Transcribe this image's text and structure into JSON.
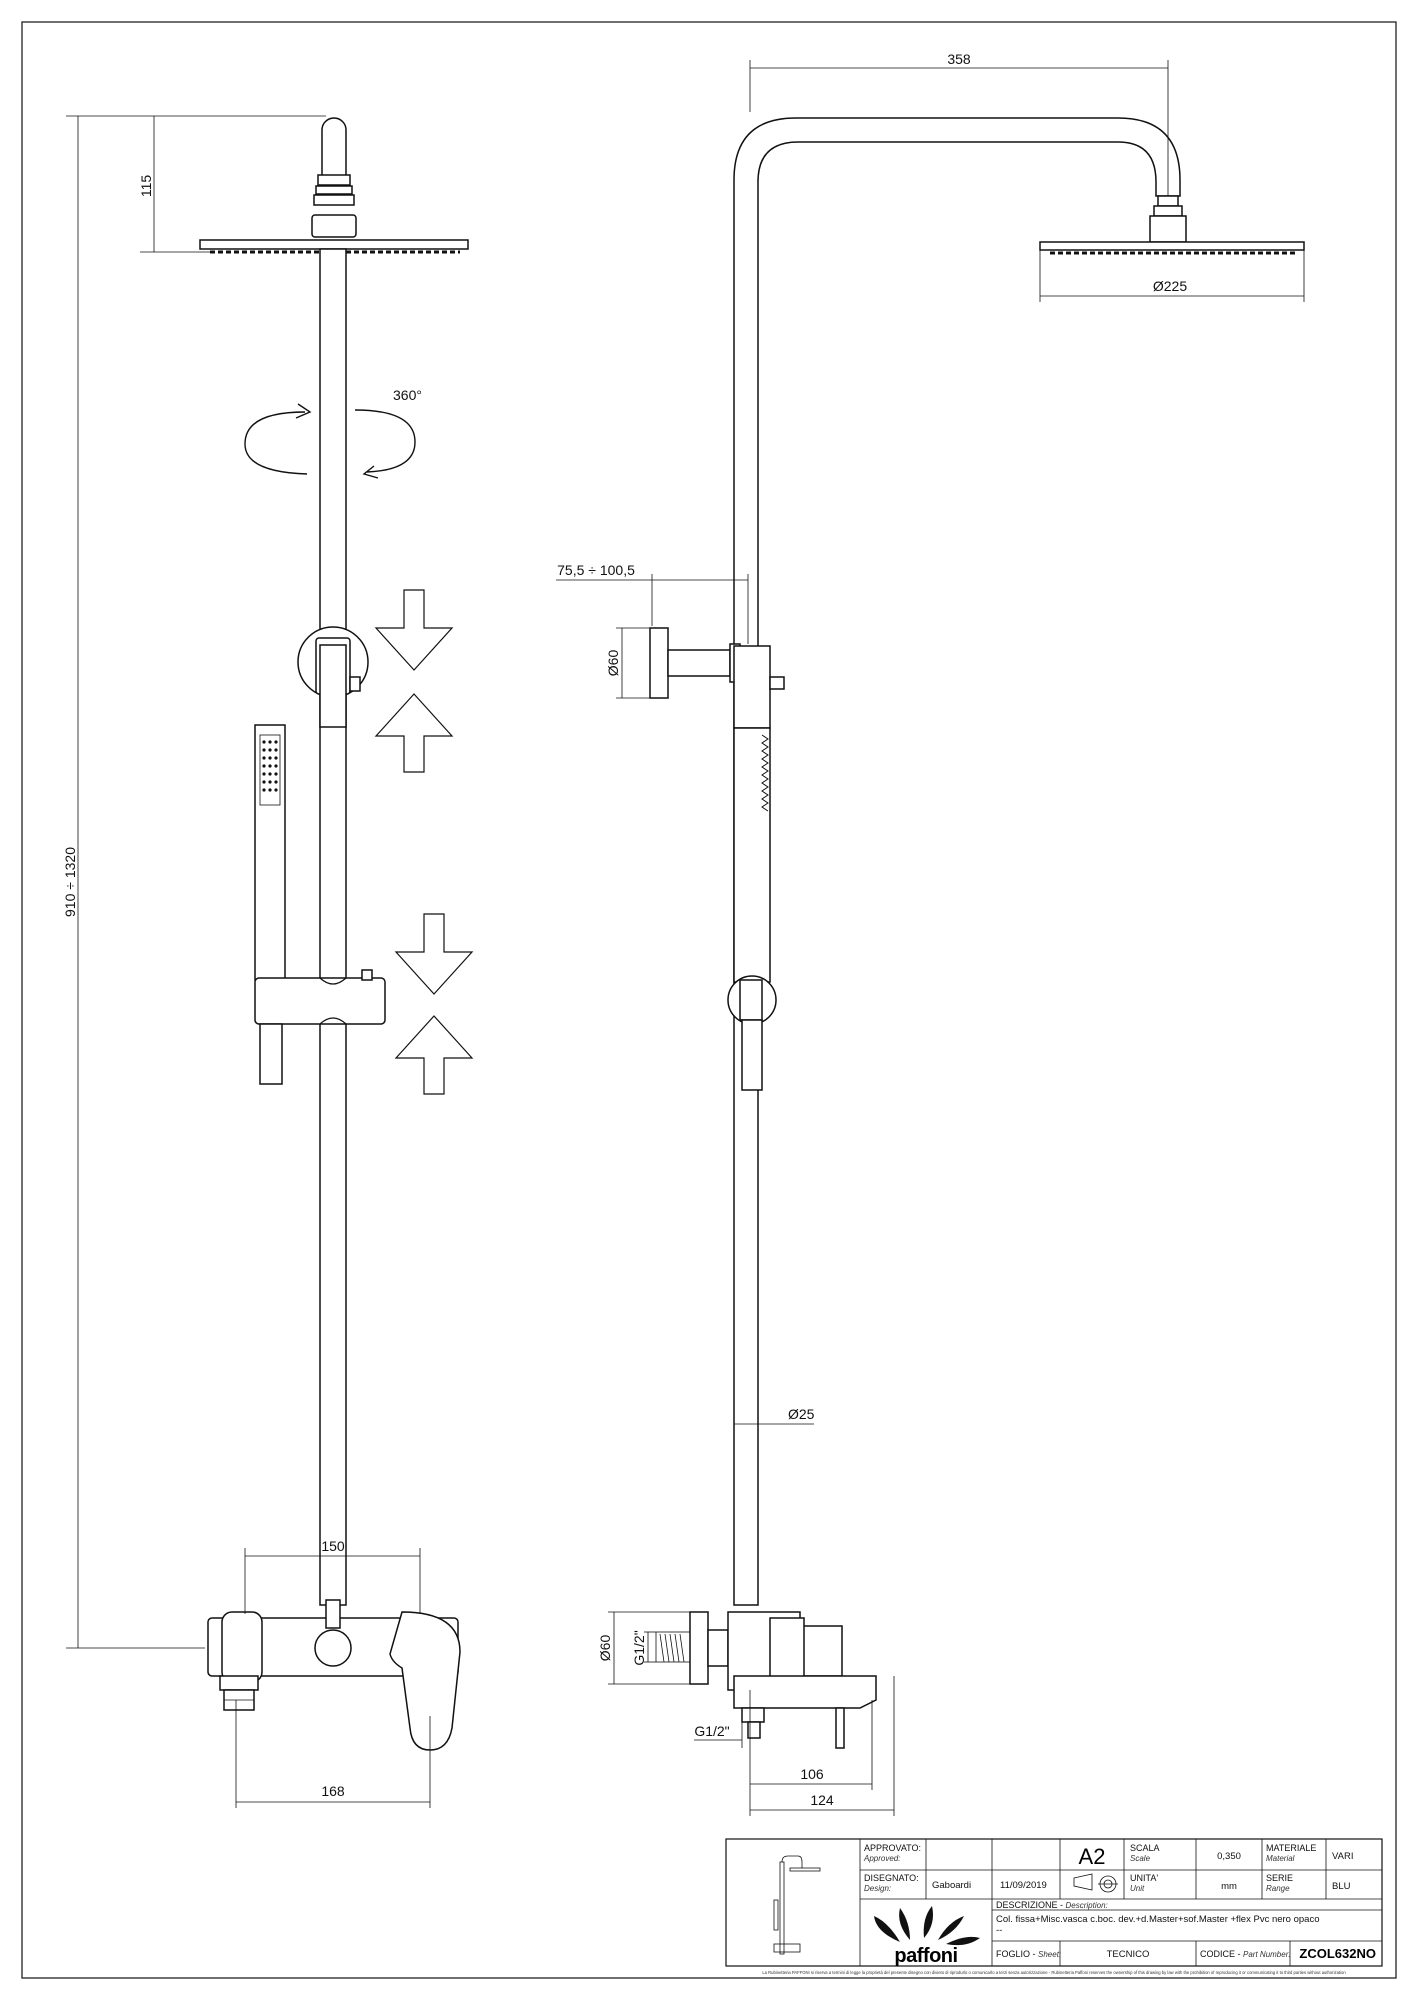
{
  "dimensions": {
    "head_height": "115",
    "arm_length": "358",
    "head_diameter": "Ø225",
    "rotation": "360°",
    "wall_distance": "75,5 ÷ 100,5",
    "bracket_diameter": "Ø60",
    "column_height": "910 ÷ 1320",
    "pipe_diameter": "Ø25",
    "mixer_centers": "150",
    "mixer_width": "168",
    "mixer_flange_diameter": "Ø60",
    "thread_wall": "G1/2\"",
    "thread_outlet": "G1/2\"",
    "spout_depth_1": "106",
    "spout_depth_2": "124"
  },
  "title_block": {
    "approved_label": "APPROVATO:",
    "approved_label_en": "Approved:",
    "approved_value": "",
    "design_label": "DISEGNATO:",
    "design_label_en": "Design:",
    "designer": "Gaboardi",
    "date": "11/09/2019",
    "format": "A2",
    "scale_label": "SCALA",
    "scale_label_en": "Scale",
    "scale_value": "0,350",
    "unit_label": "UNITA'",
    "unit_label_en": "Unit",
    "unit_value": "mm",
    "material_label": "MATERIALE",
    "material_label_en": "Material",
    "material_value": "VARI",
    "series_label": "SERIE",
    "series_label_en": "Range",
    "series_value": "BLU",
    "description_label": "DESCRIZIONE - ",
    "description_label_en": "Description:",
    "description_value": "Col. fissa+Misc.vasca c.boc. dev.+d.Master+sof.Master +flex Pvc nero opaco",
    "description_extra": "--",
    "sheet_label": "FOGLIO - ",
    "sheet_label_en": "Sheet:",
    "sheet_value": "TECNICO",
    "code_label": "CODICE - ",
    "code_label_en": "Part Number:",
    "part_number": "ZCOL632NO",
    "brand": "paffoni",
    "legal_note": "La Rubinetteria PAFFONI si riserva a termini di legge la proprietà del presente disegno con divieto di riprodurlo o comunicarlo a terzi senza autorizzazione  -  Rubinetteria Paffoni reserves the ownership of this drawing by law with the prohibition of reproducing it or communicating it to third parties without authorization"
  },
  "colors": {
    "line": "#111111",
    "background": "#ffffff"
  }
}
